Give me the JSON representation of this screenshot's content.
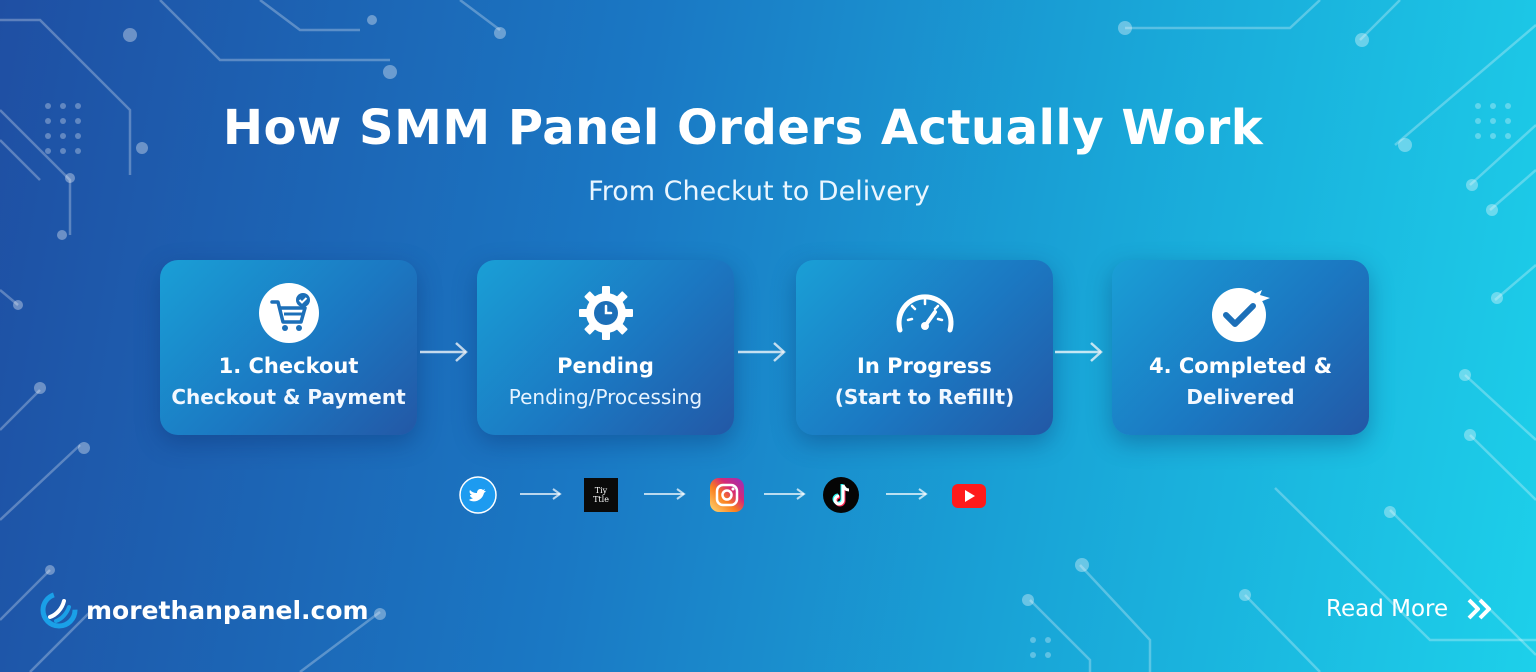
{
  "header": {
    "title": "How SMM Panel Orders Actually Work",
    "subtitle": "From Checkut to Delivery"
  },
  "steps": [
    {
      "line1": "1. Checkout",
      "line2": "Checkout & Payment",
      "icon": "cart-check-icon"
    },
    {
      "line1": "Pending",
      "line2": "Pending/Processing",
      "icon": "gear-clock-icon"
    },
    {
      "line1": "In Progress",
      "line2": "(Start to Refillt)",
      "icon": "gauge-icon"
    },
    {
      "line1": "4. Completed &",
      "line2": "Delivered",
      "icon": "check-arrow-icon"
    }
  ],
  "platforms": [
    {
      "name": "twitter-icon"
    },
    {
      "name": "tiktok-text-icon",
      "label": "Tiy Ttle"
    },
    {
      "name": "instagram-icon"
    },
    {
      "name": "tiktok-icon"
    },
    {
      "name": "youtube-icon"
    }
  ],
  "footer": {
    "brand": "morethanpanel.com",
    "read_more": "Read More"
  },
  "colors": {
    "bg_start": "#1f4fa3",
    "bg_end": "#1dd0ea",
    "card": "#1b78c2",
    "youtube": "#ff1a1a",
    "twitter": "#1d9bf0"
  }
}
